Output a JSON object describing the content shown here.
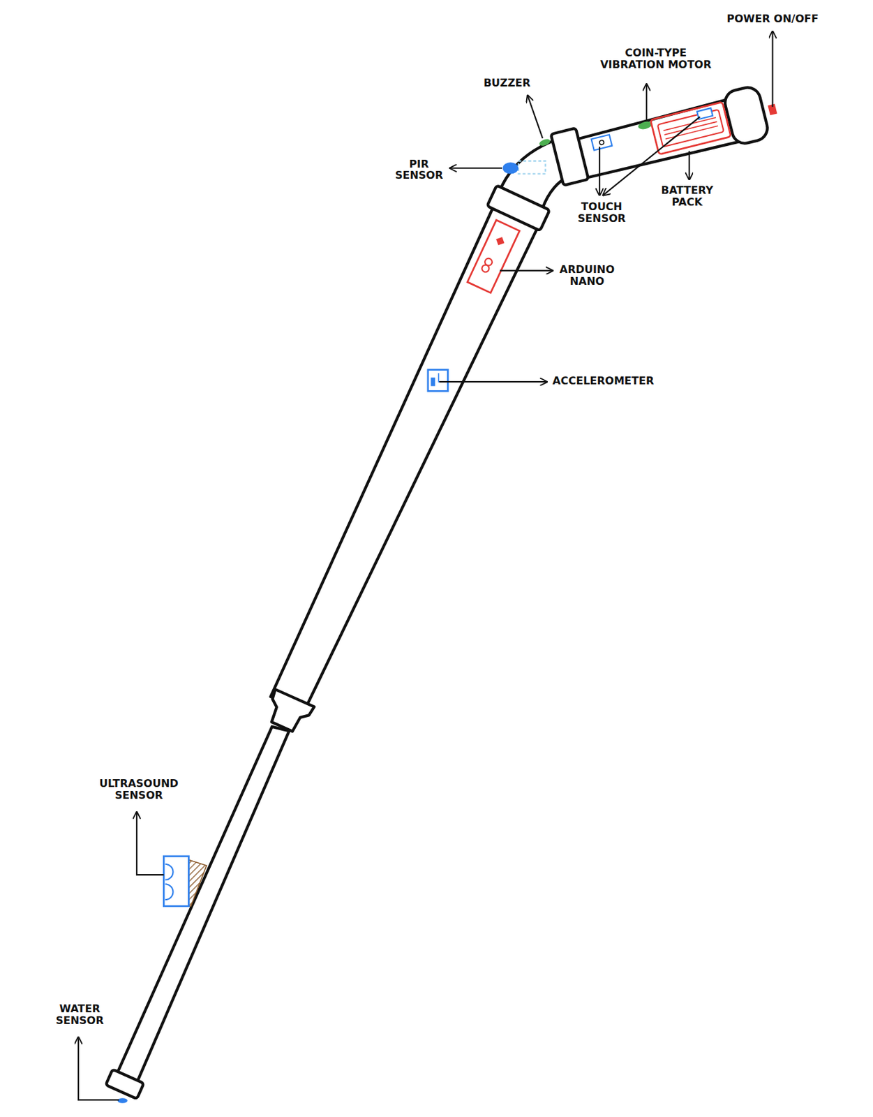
{
  "diagram": {
    "labels": [
      "POWER ON/OFF",
      "COIN-TYPE VIBRATION MOTOR",
      "BUZZER",
      "PIR SENSOR",
      "BATTERY PACK",
      "TOUCH SENSOR",
      "ARDUINO NANO",
      "ACCELEROMETER",
      "ULTRASOUND SENSOR",
      "WATER SENSOR"
    ]
  }
}
